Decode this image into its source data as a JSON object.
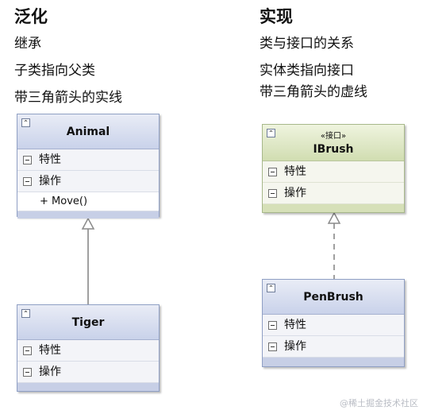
{
  "left": {
    "title": "泛化",
    "lines": [
      "继承",
      "子类指向父类",
      "带三角箭头的实线"
    ]
  },
  "right": {
    "title": "实现",
    "lines": [
      "类与接口的关系",
      "实体类指向接口",
      "带三角箭头的虚线"
    ]
  },
  "classes": {
    "animal": {
      "name": "Animal",
      "attrs_label": "特性",
      "ops_label": "操作",
      "method": "+ Move()"
    },
    "tiger": {
      "name": "Tiger",
      "attrs_label": "特性",
      "ops_label": "操作"
    },
    "ibrush": {
      "stereotype": "«接口»",
      "name": "IBrush",
      "attrs_label": "特性",
      "ops_label": "操作"
    },
    "penbrush": {
      "name": "PenBrush",
      "attrs_label": "特性",
      "ops_label": "操作"
    }
  },
  "watermark": "@稀土掘金技术社区",
  "colors": {
    "class_border": "#8f9fc4",
    "class_header": "#c9d2ea",
    "interface_header": "#d1ddb1",
    "connector": "#a0a0a0"
  }
}
